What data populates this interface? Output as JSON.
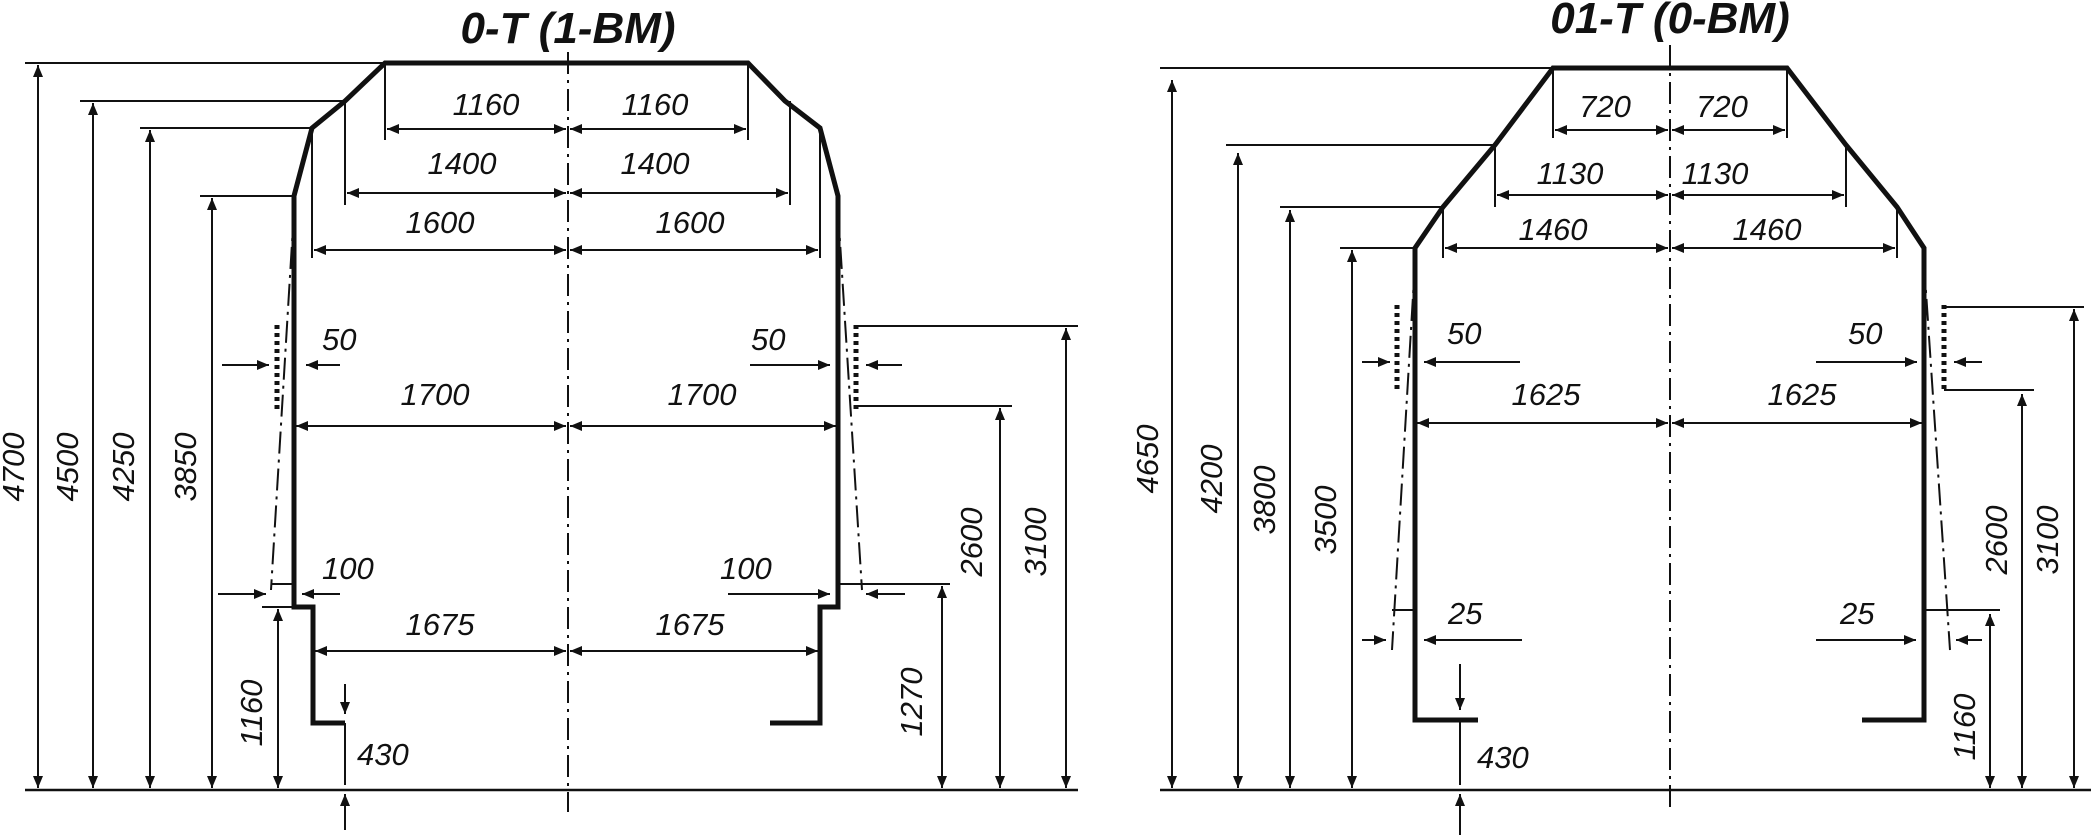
{
  "diagrams": [
    {
      "title": "0-T (1-BM)",
      "widths": [
        "1160",
        "1160",
        "1400",
        "1400",
        "1600",
        "1600",
        "1700",
        "1700",
        "1675",
        "1675"
      ],
      "offsets": [
        "50",
        "50",
        "100",
        "100"
      ],
      "heights_left": [
        "4700",
        "4500",
        "4250",
        "3850",
        "1160"
      ],
      "depth": "430",
      "heights_right": [
        "1270",
        "2600",
        "3100"
      ]
    },
    {
      "title": "01-T (0-BM)",
      "widths": [
        "720",
        "720",
        "1130",
        "1130",
        "1460",
        "1460",
        "1625",
        "1625"
      ],
      "offsets": [
        "50",
        "50",
        "25",
        "25"
      ],
      "heights_left": [
        "4650",
        "4200",
        "3800",
        "3500"
      ],
      "depth": "430",
      "heights_right": [
        "2600",
        "1160",
        "3100"
      ]
    }
  ]
}
